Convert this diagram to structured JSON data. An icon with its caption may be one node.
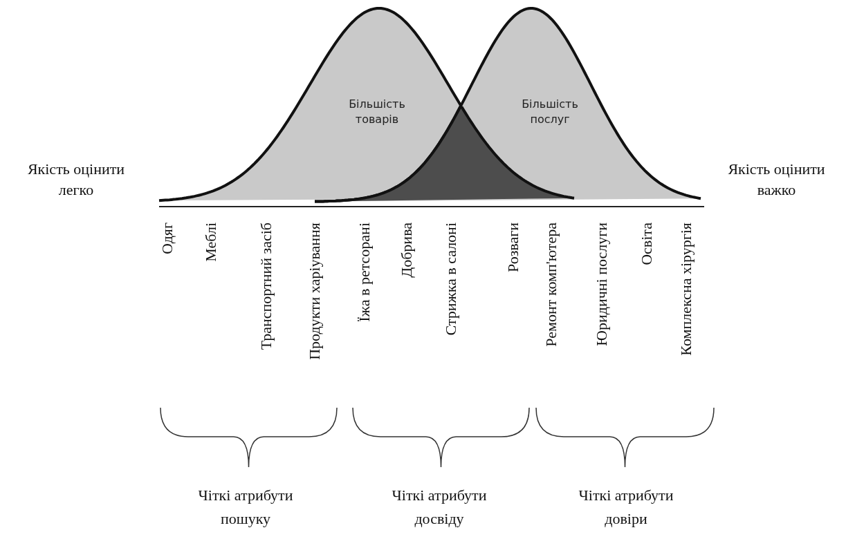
{
  "diagram": {
    "nodes": [
      {
        "text": [
          "Більшість товарів"
        ]
      },
      {
        "text": [
          "Більшість послуг"
        ]
      }
    ],
    "labels": [
      "Якість оцінити легко",
      "Якість оцінити важко",
      "Одяг",
      "Меблі",
      "Транспортний засіб",
      "Продукти харіування",
      "Їжа в ретсорані",
      "Добрива",
      "Стрижка в салоні",
      "Розваги",
      "Ремонт комп'ютера",
      "Юридичні послуги",
      "Освіта",
      "Комплексна хірургія",
      "Чіткі атрибути пошуку",
      "Чіткі атрибути досвіду",
      "Чіткі атрибути довіри"
    ]
  }
}
